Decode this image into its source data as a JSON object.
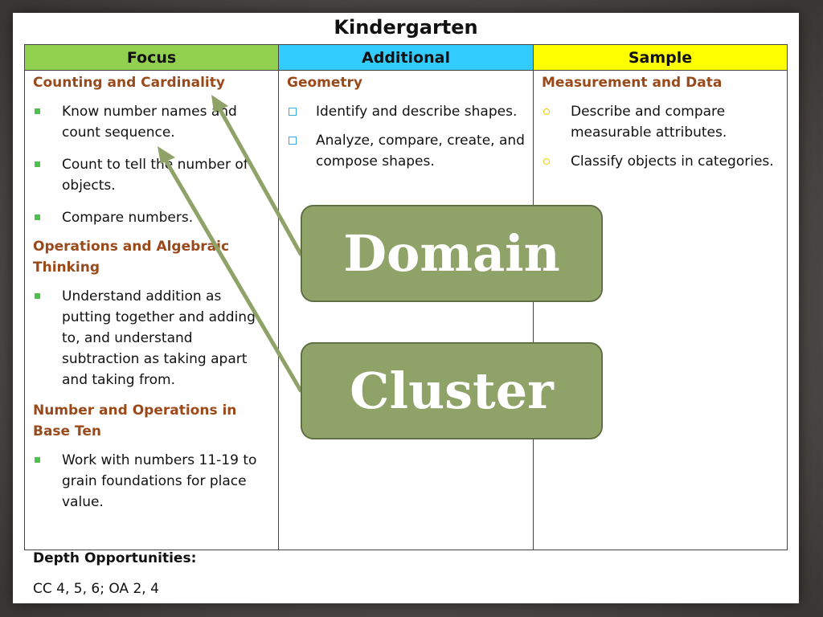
{
  "title": "Kindergarten",
  "headers": {
    "focus": "Focus",
    "additional": "Additional",
    "sample": "Sample"
  },
  "focus": {
    "domains": [
      {
        "heading": "Counting and Cardinality",
        "items": [
          "Know number names and count sequence.",
          "Count to tell the number of objects.",
          "Compare numbers."
        ]
      },
      {
        "heading": "Operations and Algebraic Thinking",
        "items": [
          "Understand addition as putting together and adding to, and understand subtraction as taking apart and taking from."
        ]
      },
      {
        "heading": "Number and Operations in Base Ten",
        "items": [
          "Work with numbers 11-19 to grain foundations for place value."
        ]
      }
    ]
  },
  "additional": {
    "heading": "Geometry",
    "items": [
      "Identify and describe shapes.",
      "Analyze, compare, create, and compose shapes."
    ]
  },
  "sample": {
    "heading": "Measurement and Data",
    "items": [
      "Describe and compare measurable attributes.",
      "Classify objects in categories."
    ]
  },
  "depth": {
    "title": "Depth Opportunities:",
    "codes": "CC 4, 5, 6; OA 2, 4"
  },
  "callouts": {
    "domain": "Domain",
    "cluster": "Cluster"
  },
  "colors": {
    "focus_header": "#92d050",
    "additional_header": "#33ccff",
    "sample_header": "#ffff00",
    "domain_heading": "#9a4a1a",
    "callout_fill": "#8fa268"
  }
}
